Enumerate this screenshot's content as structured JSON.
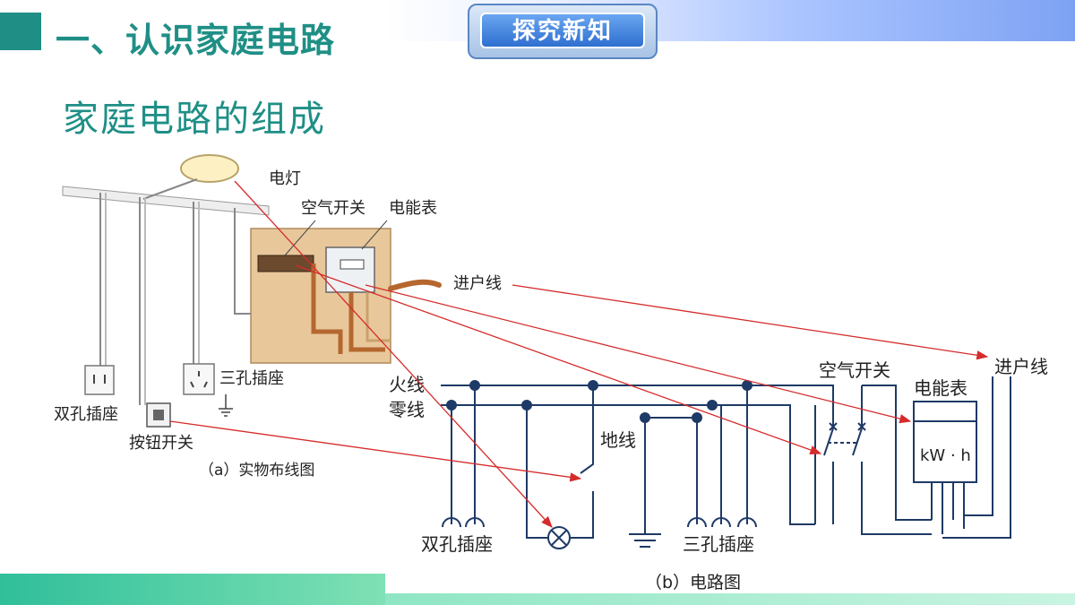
{
  "header": {
    "title": "一、认识家庭电路",
    "badge": "探究新知",
    "subtitle": "家庭电路的组成"
  },
  "left_figure": {
    "labels": {
      "lamp": "电灯",
      "air_switch": "空气开关",
      "meter": "电能表",
      "service_line": "进户线",
      "three_hole": "三孔插座",
      "two_hole": "双孔插座",
      "button_switch": "按钮开关"
    },
    "caption": "（a）实物布线图"
  },
  "right_figure": {
    "labels": {
      "live": "火线",
      "neutral": "零线",
      "ground": "地线",
      "air_switch": "空气开关",
      "meter": "电能表",
      "meter_unit": "kW · h",
      "service_line": "进户线",
      "two_hole": "双孔插座",
      "three_hole": "三孔插座"
    },
    "caption": "（b）电路图"
  },
  "colors": {
    "theme": "#1f8f86",
    "arrow": "#d62b2b",
    "wire": "#1e3a66"
  }
}
